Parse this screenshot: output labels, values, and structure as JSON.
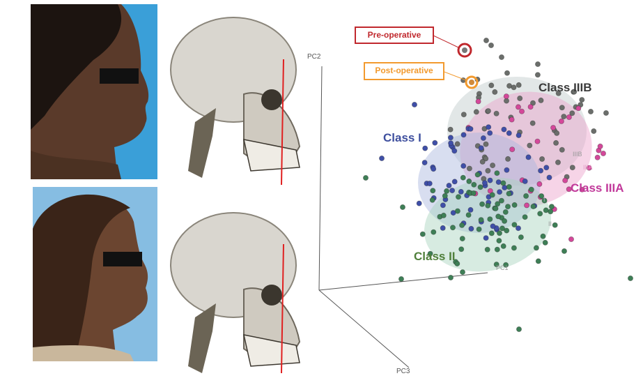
{
  "figure": {
    "photos": [
      {
        "name": "pre-operative-profile-photo",
        "background": "#3a9fd8"
      },
      {
        "name": "post-operative-profile-photo",
        "background": "#86bde2"
      }
    ],
    "skulls": [
      {
        "name": "pre-operative-skull-ct"
      },
      {
        "name": "post-operative-skull-ct"
      }
    ],
    "plot": {
      "axes": {
        "y": "PC2",
        "x": "PC1",
        "z": "PC3"
      },
      "annotations": {
        "pre": {
          "text": "Pre-operative",
          "color": "#c0282d"
        },
        "post": {
          "text": "Post-operative",
          "color": "#f29a2e"
        }
      },
      "classes": [
        {
          "key": "IIIB",
          "label": "Class IIIB",
          "short": "IIIB",
          "color": "#555555",
          "fill": "#bfc9c9"
        },
        {
          "key": "IIIA",
          "label": "Class IIIA",
          "short": "IIIA",
          "color": "#c1399a",
          "fill": "#ec9fc9"
        },
        {
          "key": "I",
          "label": "Class I",
          "short": "I",
          "color": "#3e4f9e",
          "fill": "#a9b6de"
        },
        {
          "key": "II",
          "label": "Class II",
          "short": "II",
          "color": "#4f7f3a",
          "fill": "#a7d3bd"
        }
      ]
    }
  }
}
